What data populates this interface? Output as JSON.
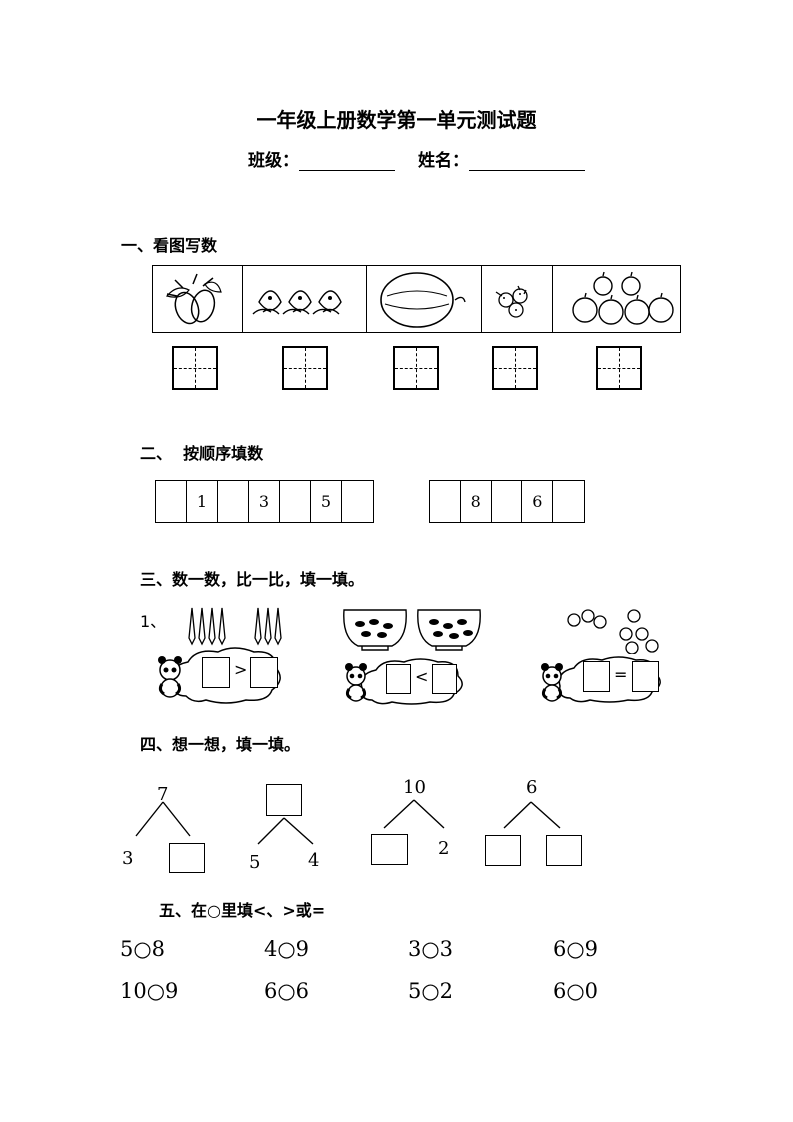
{
  "header": {
    "title": "一年级上册数学第一单元测试题",
    "class_label": "班级：",
    "name_label": "姓名："
  },
  "section1": {
    "heading": "一、看图写数"
  },
  "section2": {
    "heading": "二、  按顺序填数",
    "seq1": [
      "",
      "1",
      "",
      "3",
      "",
      "5",
      ""
    ],
    "seq2": [
      "",
      "8",
      "",
      "6",
      ""
    ]
  },
  "section3": {
    "heading": "三、数一数，比一比，填一填。",
    "item_label": "1、",
    "signs": [
      ">",
      "<",
      "="
    ]
  },
  "section4": {
    "heading": "四、想一想，填一填。",
    "trees": [
      {
        "top": "7",
        "left": "3",
        "right": ""
      },
      {
        "top": "",
        "left": "5",
        "right": "4"
      },
      {
        "top": "10",
        "left": "",
        "right": "2"
      },
      {
        "top": "6",
        "left": "",
        "right": ""
      }
    ]
  },
  "section5": {
    "heading": "五、在○里填<、>或=",
    "row1": [
      "5○8",
      "4○9",
      "3○3",
      "6○9"
    ],
    "row2": [
      "10○9",
      "6○6",
      "5○2",
      "6○0"
    ]
  }
}
